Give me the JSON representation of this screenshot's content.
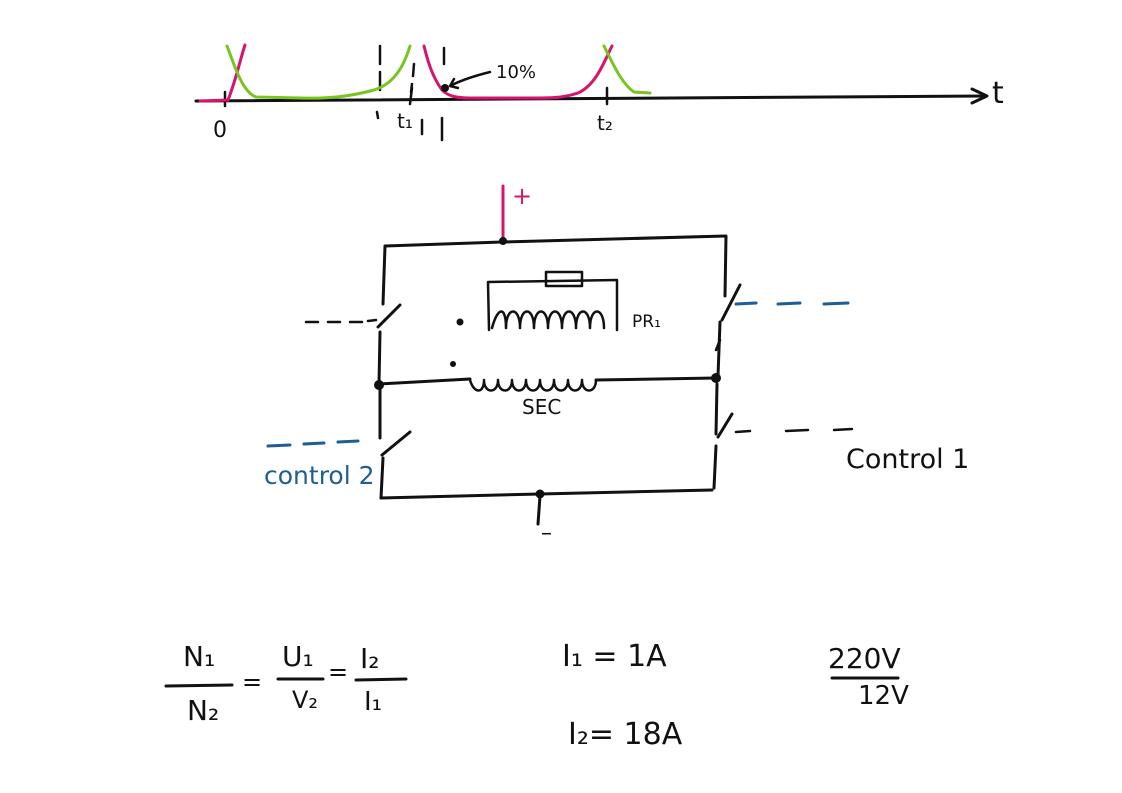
{
  "colors": {
    "ink": "#111111",
    "magenta": "#d6146e",
    "green": "#7ac421",
    "blue": "#1f5d96"
  },
  "timing": {
    "axis_label": "t",
    "tick_zero": "0",
    "tick_t1": "t₁",
    "tick_t2": "t₂",
    "annotation": "10%"
  },
  "circuit": {
    "plus_label": "+",
    "minus_label": "–",
    "primary_label": "PR₁",
    "secondary_label": "SEC",
    "control1_label": "Control 1",
    "control2_label": "control 2"
  },
  "formulas": {
    "ratio": {
      "n1": "N₁",
      "n2": "N₂",
      "u1": "U₁",
      "v2": "V₂",
      "i2_num": "I₂",
      "i1_den": "I₁",
      "eq": "="
    },
    "i1": "I₁ = 1A",
    "i2": "I₂= 18A",
    "voltage_num": "220V",
    "voltage_den": "12V"
  }
}
